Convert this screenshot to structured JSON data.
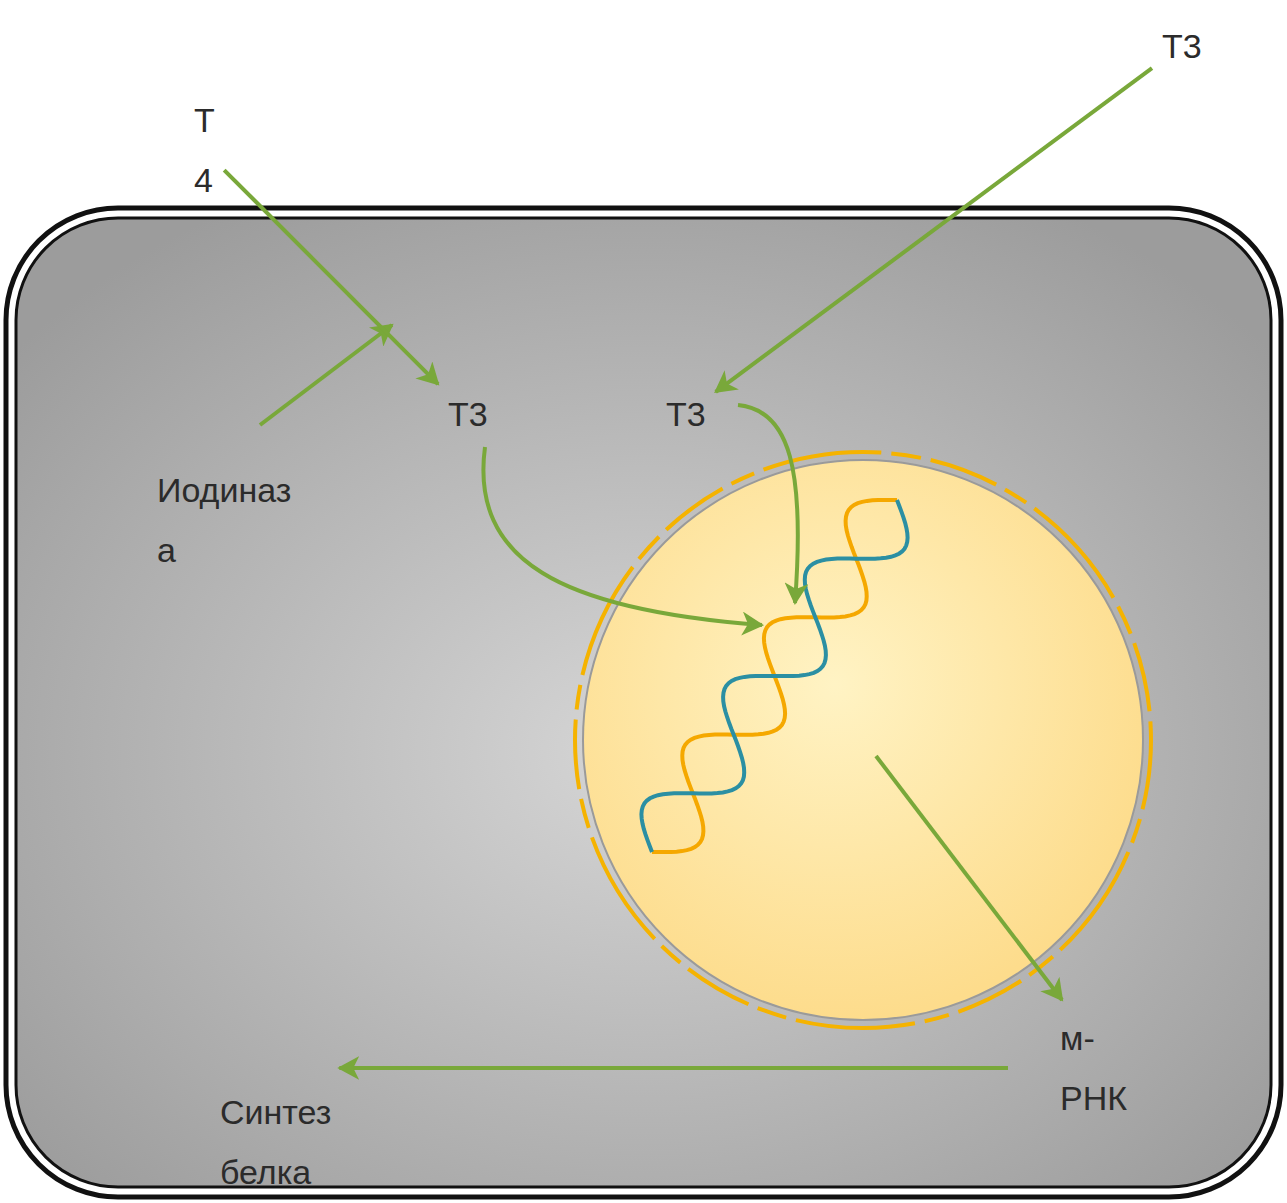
{
  "diagram": {
    "nodes": [
      {
        "text": [
          "T 4"
        ]
      },
      {
        "text": [
          "T3"
        ]
      },
      {
        "text": [
          "T3"
        ]
      },
      {
        "text": [
          "T3"
        ]
      },
      {
        "text": [
          "Иодиназ а"
        ]
      },
      {
        "text": [
          "м- РНК"
        ]
      },
      {
        "text": [
          "Синтез белка"
        ]
      }
    ],
    "edges": [
      {
        "from": 0,
        "to": 2,
        "arrow": "to"
      },
      {
        "from": 1,
        "to": 3,
        "arrow": "to"
      },
      {
        "from": 5,
        "to": 6,
        "arrow": "to"
      }
    ]
  }
}
